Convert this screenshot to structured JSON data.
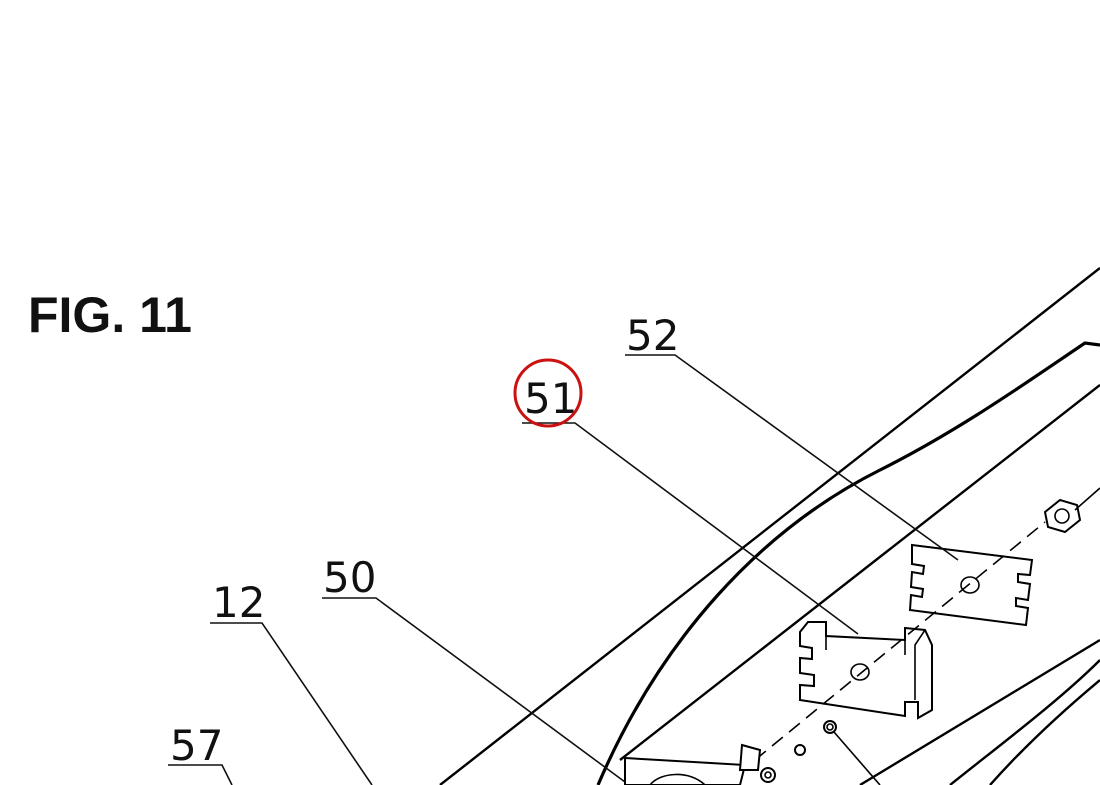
{
  "figure": {
    "title": "FIG. 11",
    "highlight_color": "#cc1111",
    "callouts": [
      {
        "id": "52",
        "label": "52",
        "highlighted": false
      },
      {
        "id": "51",
        "label": "51",
        "highlighted": true
      },
      {
        "id": "50",
        "label": "50",
        "highlighted": false
      },
      {
        "id": "12",
        "label": "12",
        "highlighted": false
      },
      {
        "id": "57",
        "label": "57",
        "highlighted": false
      }
    ]
  }
}
